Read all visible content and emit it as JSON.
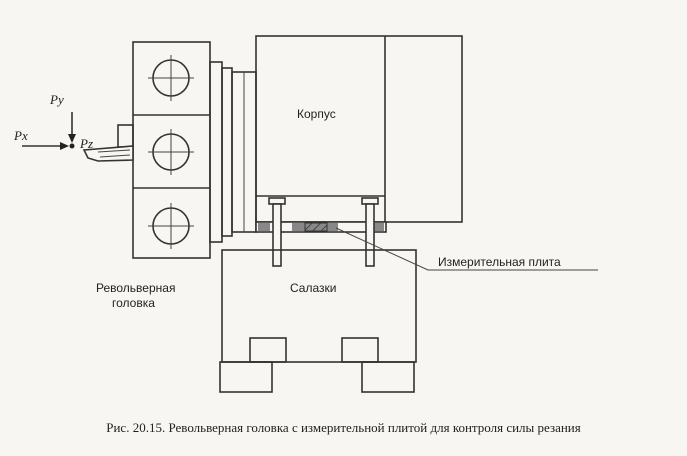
{
  "labels": {
    "korpus": "Корпус",
    "salazki": "Салазки",
    "plate": "Измерительная плита",
    "turret_line1": "Револьверная",
    "turret_line2": "головка"
  },
  "forces": {
    "py": "Py",
    "px": "Px",
    "pz": "Pz"
  },
  "caption": "Рис. 20.15. Револьверная головка с измерительной плитой для контроля силы резания"
}
